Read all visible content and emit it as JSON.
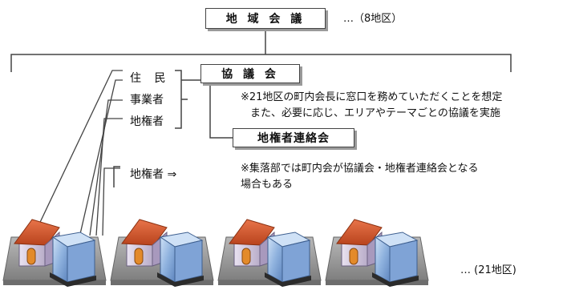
{
  "top": {
    "regional_council": "地 域 会 議",
    "regional_count": "…（8地区）"
  },
  "left_labels": {
    "residents": "住 民",
    "businesses": "事業者",
    "landowners": "地権者",
    "landowners_arrow": "地権者 ⇒"
  },
  "boxes": {
    "council": "協 議 会",
    "landowner_liaison": "地権者連絡会"
  },
  "notes": {
    "line1": "※21地区の町内会長に窓口を務めていただくことを想定",
    "line2": "また、必要に応じ、エリアやテーマごとの協議を実施",
    "line3": "※集落部では町内会が協議会・地権者連絡会となる",
    "line4": "場合もある"
  },
  "bottom": {
    "district_count": "… (21地区)"
  },
  "colors": {
    "line": "#444444",
    "roof": "#d2552a",
    "building_glass": "#9fbfe6",
    "ground": "#9a9a9a",
    "shadow": "#9a9a9a"
  }
}
